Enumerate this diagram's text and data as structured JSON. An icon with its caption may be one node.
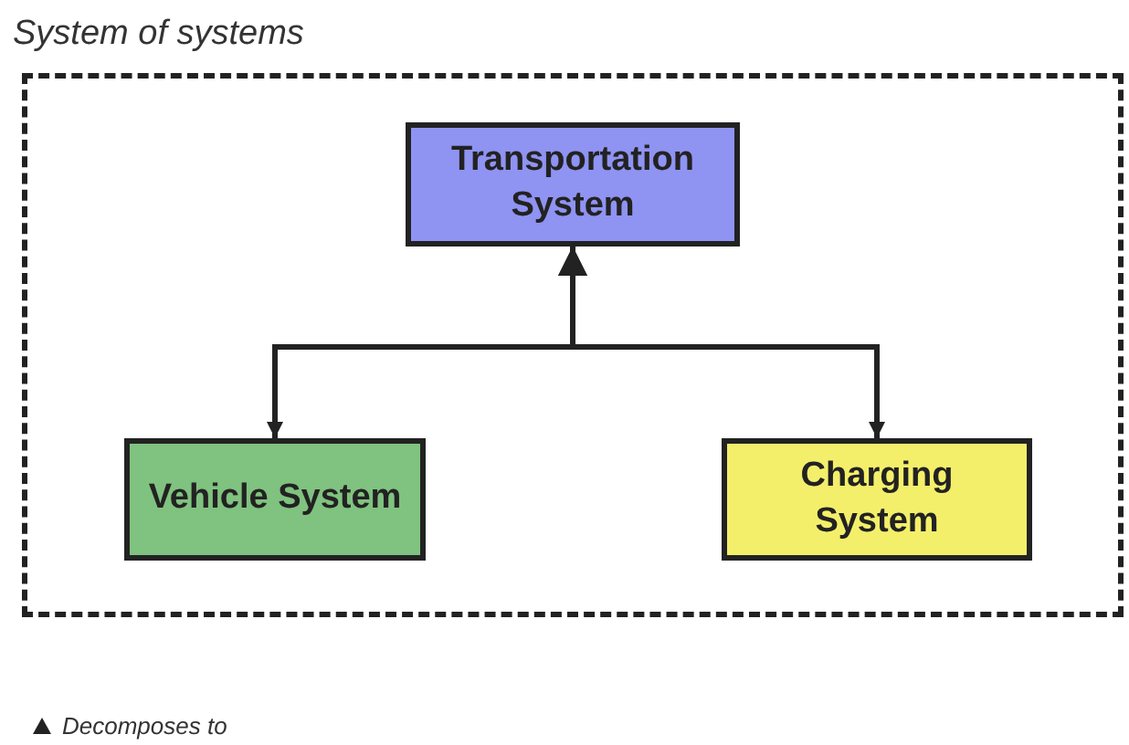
{
  "diagram": {
    "nodes": [
      {
        "text": [
          "System of systems"
        ]
      },
      {
        "text": [
          "Transportation System"
        ],
        "in": 0
      },
      {
        "text": [
          "Vehicle System"
        ],
        "in": 0
      },
      {
        "text": [
          "Charging System"
        ],
        "in": 0
      }
    ],
    "edges": [
      {
        "from": 1,
        "to": 2,
        "arrow": "both"
      },
      {
        "from": 1,
        "to": 3,
        "arrow": "both"
      }
    ],
    "legend": [
      {
        "text": "Decomposes to"
      }
    ]
  }
}
